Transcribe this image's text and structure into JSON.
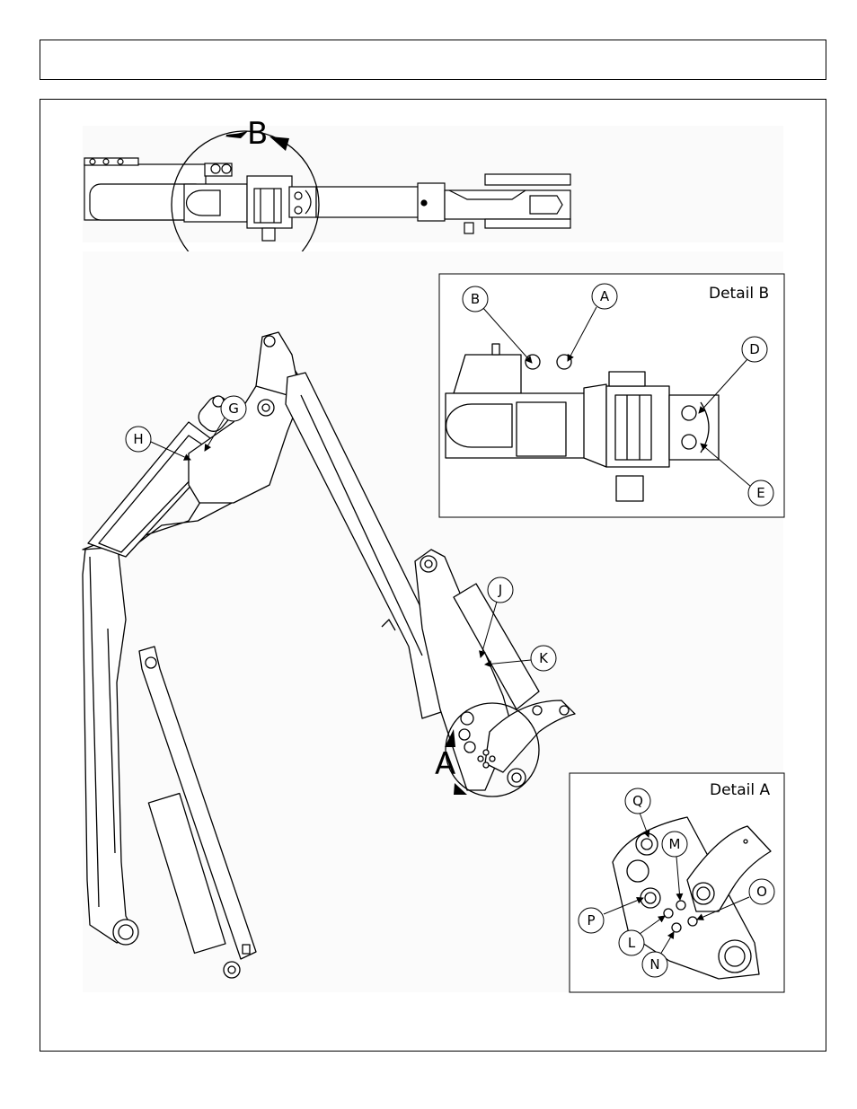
{
  "header": {
    "title": ""
  },
  "section_views": {
    "view_b_label": "B",
    "view_a_label": "A"
  },
  "detail_b": {
    "title": "Detail B",
    "callouts": {
      "a": "A",
      "b": "B",
      "d": "D",
      "e": "E"
    }
  },
  "detail_a": {
    "title": "Detail A",
    "callouts": {
      "q": "Q",
      "m": "M",
      "o": "O",
      "p": "P",
      "l": "L",
      "n": "N"
    }
  },
  "main_callouts": {
    "g": "G",
    "h": "H",
    "j": "J",
    "k": "K"
  }
}
